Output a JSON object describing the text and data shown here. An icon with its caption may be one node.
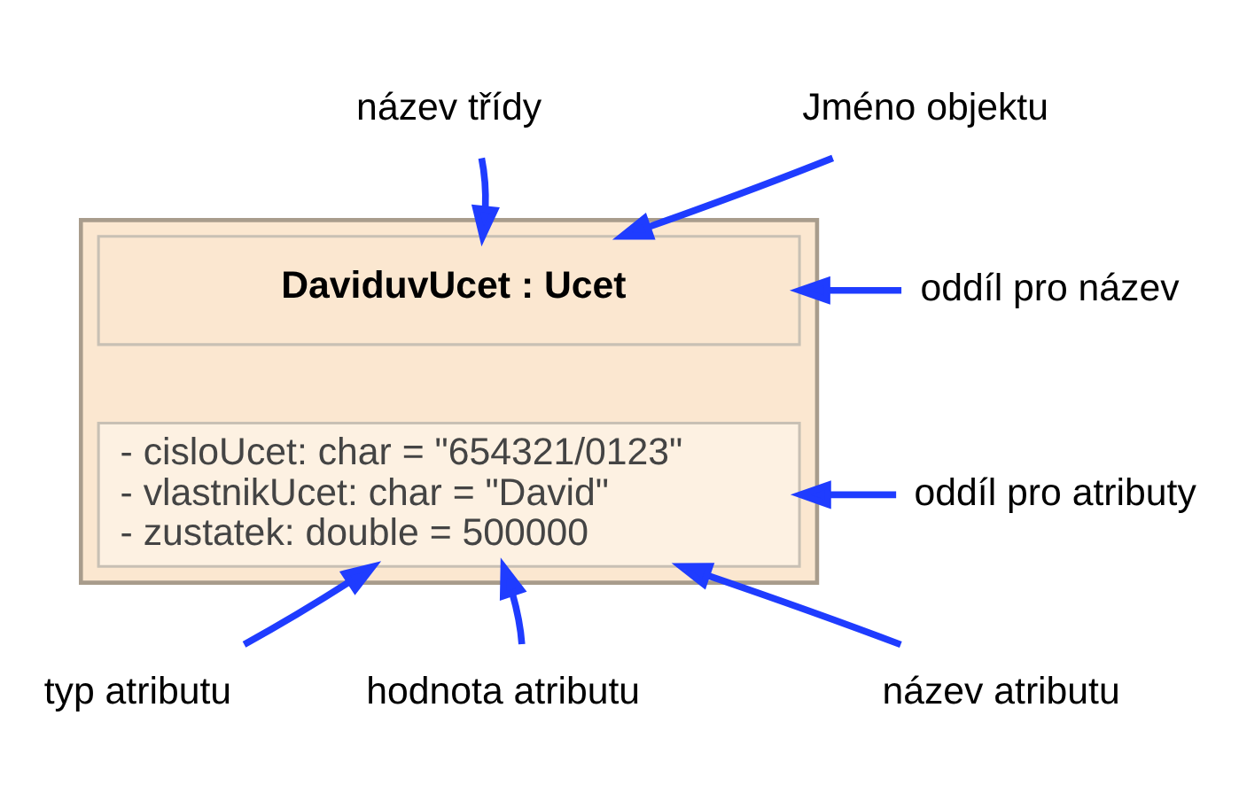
{
  "diagram": {
    "nodes": [
      {
        "text": [
          "Jméno objektu"
        ]
      },
      {
        "text": [
          "název třídy"
        ]
      },
      {
        "text": [
          "oddíl pro název"
        ]
      },
      {
        "text": [
          "oddíl pro atributy"
        ]
      },
      {
        "text": [],
        "shape": "box"
      },
      {
        "text": [
          "DaviduvUcet : Ucet"
        ],
        "in": 4
      },
      {
        "text": [
          "- cisloUcet: char = \"654321/0123\"",
          "- vlastnikUcet: char = \"David\"",
          "- zustatek: double = 500000"
        ],
        "in": 4
      },
      {
        "text": [
          "název atributu"
        ]
      },
      {
        "text": [
          "typ atributu"
        ]
      },
      {
        "text": [
          "hodnota atributu"
        ]
      }
    ],
    "edges": [
      {
        "from": 0,
        "to": 5,
        "arrow": "to"
      },
      {
        "from": 1,
        "to": 5,
        "arrow": "to"
      },
      {
        "from": 2,
        "to": 5,
        "arrow": "to"
      },
      {
        "from": 3,
        "to": 6,
        "arrow": "to"
      },
      {
        "from": 7,
        "to": 6,
        "arrow": "to"
      },
      {
        "from": 8,
        "to": 6,
        "arrow": "to"
      },
      {
        "from": 9,
        "to": 6,
        "arrow": "to"
      }
    ]
  }
}
